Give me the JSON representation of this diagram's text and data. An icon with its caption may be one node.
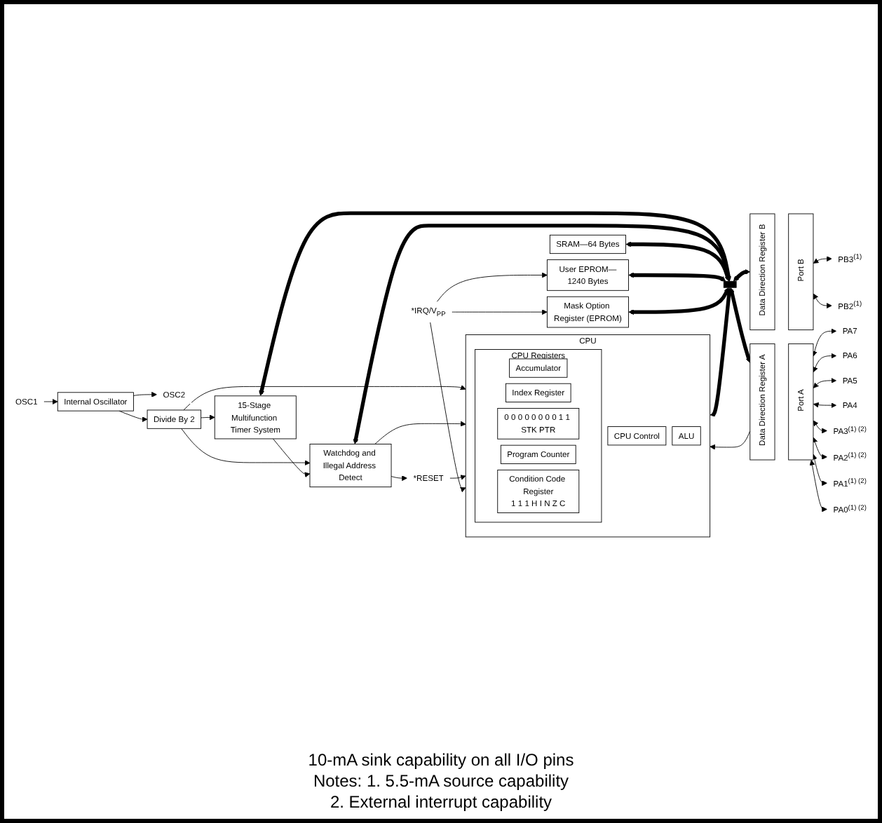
{
  "diagram": {
    "nodes": [
      {
        "text": [
          "OSC1"
        ]
      },
      {
        "text": [
          "OSC2"
        ]
      },
      {
        "text": [
          "Internal Oscillator"
        ]
      },
      {
        "text": [
          "Divide By 2"
        ]
      },
      {
        "text": [
          "15-Stage Multifunction Timer System"
        ]
      },
      {
        "text": [
          "Watchdog and Illegal Address Detect"
        ]
      },
      {
        "text": [
          "Data Direction Register B"
        ]
      },
      {
        "text": [
          "Port B"
        ]
      },
      {
        "text": [
          "PB3$^{(1)}$"
        ]
      },
      {
        "text": [
          "PB2$^{(1)}$"
        ]
      },
      {
        "text": [
          "*RESET"
        ]
      },
      {
        "text": [
          "*IRQ/V$_{PP}$"
        ]
      },
      {
        "text": [
          "CPU"
        ]
      },
      {
        "text": [
          "CPU Control"
        ],
        "in": 12
      },
      {
        "text": [
          "ALU"
        ],
        "in": 12
      },
      {
        "text": [
          "CPU Registers"
        ],
        "in": 12
      },
      {
        "text": [
          "Accumulator"
        ],
        "in": 15
      },
      {
        "text": [
          "Index Register"
        ],
        "in": 15
      },
      {
        "text": [
          "0 0 0 0 0 0 0 0 1 1 STK PTR"
        ],
        "in": 15
      },
      {
        "text": [
          "Program Counter"
        ],
        "in": 15
      },
      {
        "text": [
          "Condition Code Register",
          "1 1 1 H I N Z C"
        ],
        "in": 15
      },
      {
        "text": [
          "SRAM—64 Bytes"
        ]
      },
      {
        "text": [
          "User EPROM—1240 Bytes"
        ]
      },
      {
        "text": [
          "Mask Option Register (EPROM)"
        ]
      },
      {
        "text": [],
        "shape": "bar"
      },
      {
        "text": [
          "Data Direction Register A"
        ]
      },
      {
        "text": [
          "Port A"
        ]
      },
      {
        "text": [
          "PA7"
        ]
      },
      {
        "text": [
          "PA6"
        ]
      },
      {
        "text": [
          "PA5"
        ]
      },
      {
        "text": [
          "PA4"
        ]
      },
      {
        "text": [
          "PA3$^{(1) (2)}$"
        ]
      },
      {
        "text": [
          "PA2$^{(1) (2)}$"
        ]
      },
      {
        "text": [
          "PA1$^{(1) (2)}$"
        ]
      },
      {
        "text": [
          "PA0$^{(1) (2)}$"
        ]
      }
    ],
    "edges": [
      {
        "from": 0,
        "to": 2,
        "arrow": "to"
      },
      {
        "from": 2,
        "to": 1,
        "arrow": "to"
      },
      {
        "from": 2,
        "to": 3,
        "arrow": "to"
      },
      {
        "from": 3,
        "to": 4,
        "arrow": "to"
      },
      {
        "from": 3,
        "to": 5,
        "arrow": "to"
      },
      {
        "from": 3,
        "to": 12,
        "arrow": "to"
      },
      {
        "from": 4,
        "to": 5,
        "arrow": "to"
      },
      {
        "from": 5,
        "to": 10,
        "arrow": "to"
      },
      {
        "from": 5,
        "to": 12,
        "arrow": "to"
      },
      {
        "from": 10,
        "to": 12,
        "arrow": "to"
      },
      {
        "from": 11,
        "to": 12,
        "arrow": "to"
      },
      {
        "from": 11,
        "to": 22,
        "arrow": "to"
      },
      {
        "from": 11,
        "to": 23,
        "arrow": "to"
      },
      {
        "from": 25,
        "to": 12,
        "arrow": "to"
      },
      {
        "from": 4,
        "to": 24,
        "arrow": "both",
        "style": "thick"
      },
      {
        "from": 5,
        "to": 24,
        "arrow": "both",
        "style": "thick"
      },
      {
        "from": 12,
        "to": 24,
        "arrow": "both",
        "style": "thick"
      },
      {
        "from": 21,
        "to": 24,
        "arrow": "both",
        "style": "thick"
      },
      {
        "from": 22,
        "to": 24,
        "arrow": "both",
        "style": "thick"
      },
      {
        "from": 23,
        "to": 24,
        "arrow": "both",
        "style": "thick"
      },
      {
        "from": 24,
        "to": 6,
        "arrow": "both",
        "style": "thick"
      },
      {
        "from": 24,
        "to": 25,
        "arrow": "both",
        "style": "thick"
      },
      {
        "from": 7,
        "to": 8,
        "arrow": "both"
      },
      {
        "from": 7,
        "to": 9,
        "arrow": "both"
      },
      {
        "from": 26,
        "to": 27,
        "arrow": "both"
      },
      {
        "from": 26,
        "to": 28,
        "arrow": "both"
      },
      {
        "from": 26,
        "to": 29,
        "arrow": "both"
      },
      {
        "from": 26,
        "to": 30,
        "arrow": "both"
      },
      {
        "from": 26,
        "to": 31,
        "arrow": "both"
      },
      {
        "from": 26,
        "to": 32,
        "arrow": "both"
      },
      {
        "from": 26,
        "to": 33,
        "arrow": "both"
      },
      {
        "from": 26,
        "to": 34,
        "arrow": "both"
      }
    ],
    "labels": [
      "10-mA sink capability on all I/O pins",
      "Notes: 1. 5.5-mA source capability",
      "2. External interrupt capability"
    ]
  }
}
